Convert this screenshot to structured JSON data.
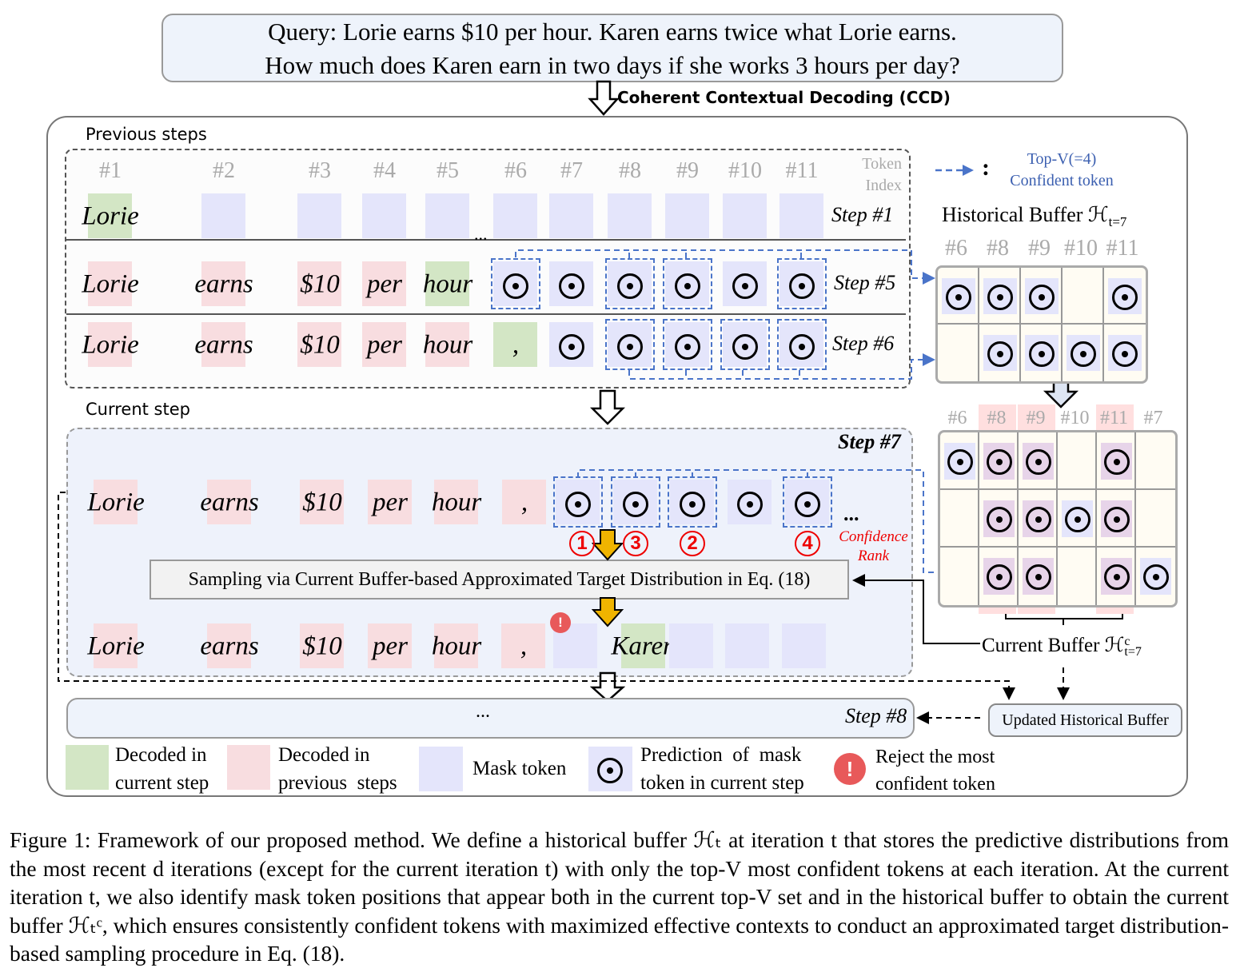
{
  "query": {
    "line1": "Query: Lorie earns $10 per hour. Karen earns twice what Lorie earns.",
    "line2": "How much does Karen earn in two days if she works 3 hours per day?"
  },
  "ccd_label": "Coherent Contextual Decoding (CCD)",
  "previous_steps_label": "Previous steps",
  "current_step_label": "Current step",
  "token_index_label": [
    "Token",
    "Index"
  ],
  "token_indices": [
    "#1",
    "#2",
    "#3",
    "#4",
    "#5",
    "#6",
    "#7",
    "#8",
    "#9",
    "#10",
    "#11"
  ],
  "ellipsis": "...",
  "rows": {
    "step1": {
      "label": "Step #1",
      "tokens": [
        {
          "text": "Lorie",
          "type": "current"
        },
        {
          "text": "",
          "type": "mask"
        },
        {
          "text": "",
          "type": "mask"
        },
        {
          "text": "",
          "type": "mask"
        },
        {
          "text": "",
          "type": "mask"
        },
        {
          "text": "",
          "type": "mask"
        },
        {
          "text": "",
          "type": "mask"
        },
        {
          "text": "",
          "type": "mask"
        },
        {
          "text": "",
          "type": "mask"
        },
        {
          "text": "",
          "type": "mask"
        },
        {
          "text": "",
          "type": "mask"
        }
      ]
    },
    "step5": {
      "label": "Step #5",
      "tokens": [
        {
          "text": "Lorie",
          "type": "previous"
        },
        {
          "text": "earns",
          "type": "previous"
        },
        {
          "text": "$10",
          "type": "previous"
        },
        {
          "text": "per",
          "type": "previous"
        },
        {
          "text": "hour",
          "type": "current"
        },
        {
          "text": "",
          "type": "pred",
          "topv": true
        },
        {
          "text": "",
          "type": "pred"
        },
        {
          "text": "",
          "type": "pred",
          "topv": true
        },
        {
          "text": "",
          "type": "pred",
          "topv": true
        },
        {
          "text": "",
          "type": "pred"
        },
        {
          "text": "",
          "type": "pred",
          "topv": true
        }
      ]
    },
    "step6": {
      "label": "Step #6",
      "tokens": [
        {
          "text": "Lorie",
          "type": "previous"
        },
        {
          "text": "earns",
          "type": "previous"
        },
        {
          "text": "$10",
          "type": "previous"
        },
        {
          "text": "per",
          "type": "previous"
        },
        {
          "text": "hour",
          "type": "previous"
        },
        {
          "text": ",",
          "type": "current"
        },
        {
          "text": "",
          "type": "pred"
        },
        {
          "text": "",
          "type": "pred",
          "topv": true
        },
        {
          "text": "",
          "type": "pred",
          "topv": true
        },
        {
          "text": "",
          "type": "pred",
          "topv": true
        },
        {
          "text": "",
          "type": "pred",
          "topv": true
        }
      ]
    },
    "step7": {
      "label": "Step #7",
      "tokens": [
        {
          "text": "Lorie",
          "type": "previous"
        },
        {
          "text": "earns",
          "type": "previous"
        },
        {
          "text": "$10",
          "type": "previous"
        },
        {
          "text": "per",
          "type": "previous"
        },
        {
          "text": "hour",
          "type": "previous"
        },
        {
          "text": ",",
          "type": "previous"
        },
        {
          "text": "",
          "type": "pred",
          "topv": true,
          "rank": "1"
        },
        {
          "text": "",
          "type": "pred",
          "topv": true,
          "rank": "3"
        },
        {
          "text": "",
          "type": "pred",
          "topv": true,
          "rank": "2"
        },
        {
          "text": "",
          "type": "pred"
        },
        {
          "text": "",
          "type": "pred",
          "topv": true,
          "rank": "4"
        }
      ]
    },
    "step7_out": {
      "tokens": [
        {
          "text": "Lorie",
          "type": "previous"
        },
        {
          "text": "earns",
          "type": "previous"
        },
        {
          "text": "$10",
          "type": "previous"
        },
        {
          "text": "per",
          "type": "previous"
        },
        {
          "text": "hour",
          "type": "previous"
        },
        {
          "text": ",",
          "type": "previous"
        },
        {
          "text": "",
          "type": "mask",
          "reject": true
        },
        {
          "text": "Karen",
          "type": "current"
        },
        {
          "text": "",
          "type": "mask"
        },
        {
          "text": "",
          "type": "mask"
        },
        {
          "text": "",
          "type": "mask"
        }
      ]
    }
  },
  "confidence_rank_label": [
    "Confidence",
    "Rank"
  ],
  "sampling_label": "Sampling via Current Buffer-based Approximated Target Distribution in Eq. (18)",
  "reject_icon": "!",
  "legend_topv": {
    "line1": "Top-V(=4)",
    "line2": "Confident token",
    "colon": ":"
  },
  "historical_buffer": {
    "title": "Historical Buffer ℋ",
    "sub": "t=7",
    "columns": [
      "#6",
      "#8",
      "#9",
      "#10",
      "#11"
    ],
    "rows": [
      [
        1,
        1,
        1,
        0,
        1
      ],
      [
        0,
        1,
        1,
        1,
        1
      ]
    ]
  },
  "current_buffer": {
    "title": "Current Buffer ℋ",
    "sup": "c",
    "sub": "t=7",
    "columns": [
      "#6",
      "#8",
      "#9",
      "#10",
      "#11",
      "#7"
    ],
    "highlight": [
      false,
      true,
      true,
      false,
      true,
      false
    ],
    "rows": [
      [
        1,
        1,
        1,
        0,
        1,
        0
      ],
      [
        0,
        1,
        1,
        1,
        1,
        0
      ],
      [
        0,
        1,
        1,
        0,
        1,
        1
      ]
    ]
  },
  "step8": {
    "label": "Step #8",
    "ellipsis": "..."
  },
  "updated_buffer_label": "Updated Historical Buffer",
  "legend": {
    "current": [
      "Decoded in",
      "current step"
    ],
    "previous": [
      "Decoded in",
      "previous  steps"
    ],
    "mask": "Mask token",
    "pred": [
      "Prediction  of  mask",
      "token in current step"
    ],
    "reject": [
      "Reject the most",
      "confident token"
    ]
  },
  "colors": {
    "current": "#d3e6c5",
    "previous": "#f8dde0",
    "mask": "#e4e5fb",
    "topv": "#4a74c9",
    "rank": "#e00000",
    "arrow": "#f0b400"
  },
  "caption": "Figure 1: Framework of our proposed method. We define a historical buffer ℋₜ at iteration t that stores the predictive distributions from the most recent d iterations (except for the current iteration t) with only the top-V most confident tokens at each iteration. At the current iteration t, we also identify mask token positions that appear both in the current top-V set and in the historical buffer to obtain the current buffer ℋₜᶜ, which ensures consistently confident tokens with maximized effective contexts to conduct an approximated target distribution-based sampling procedure in Eq. (18)."
}
